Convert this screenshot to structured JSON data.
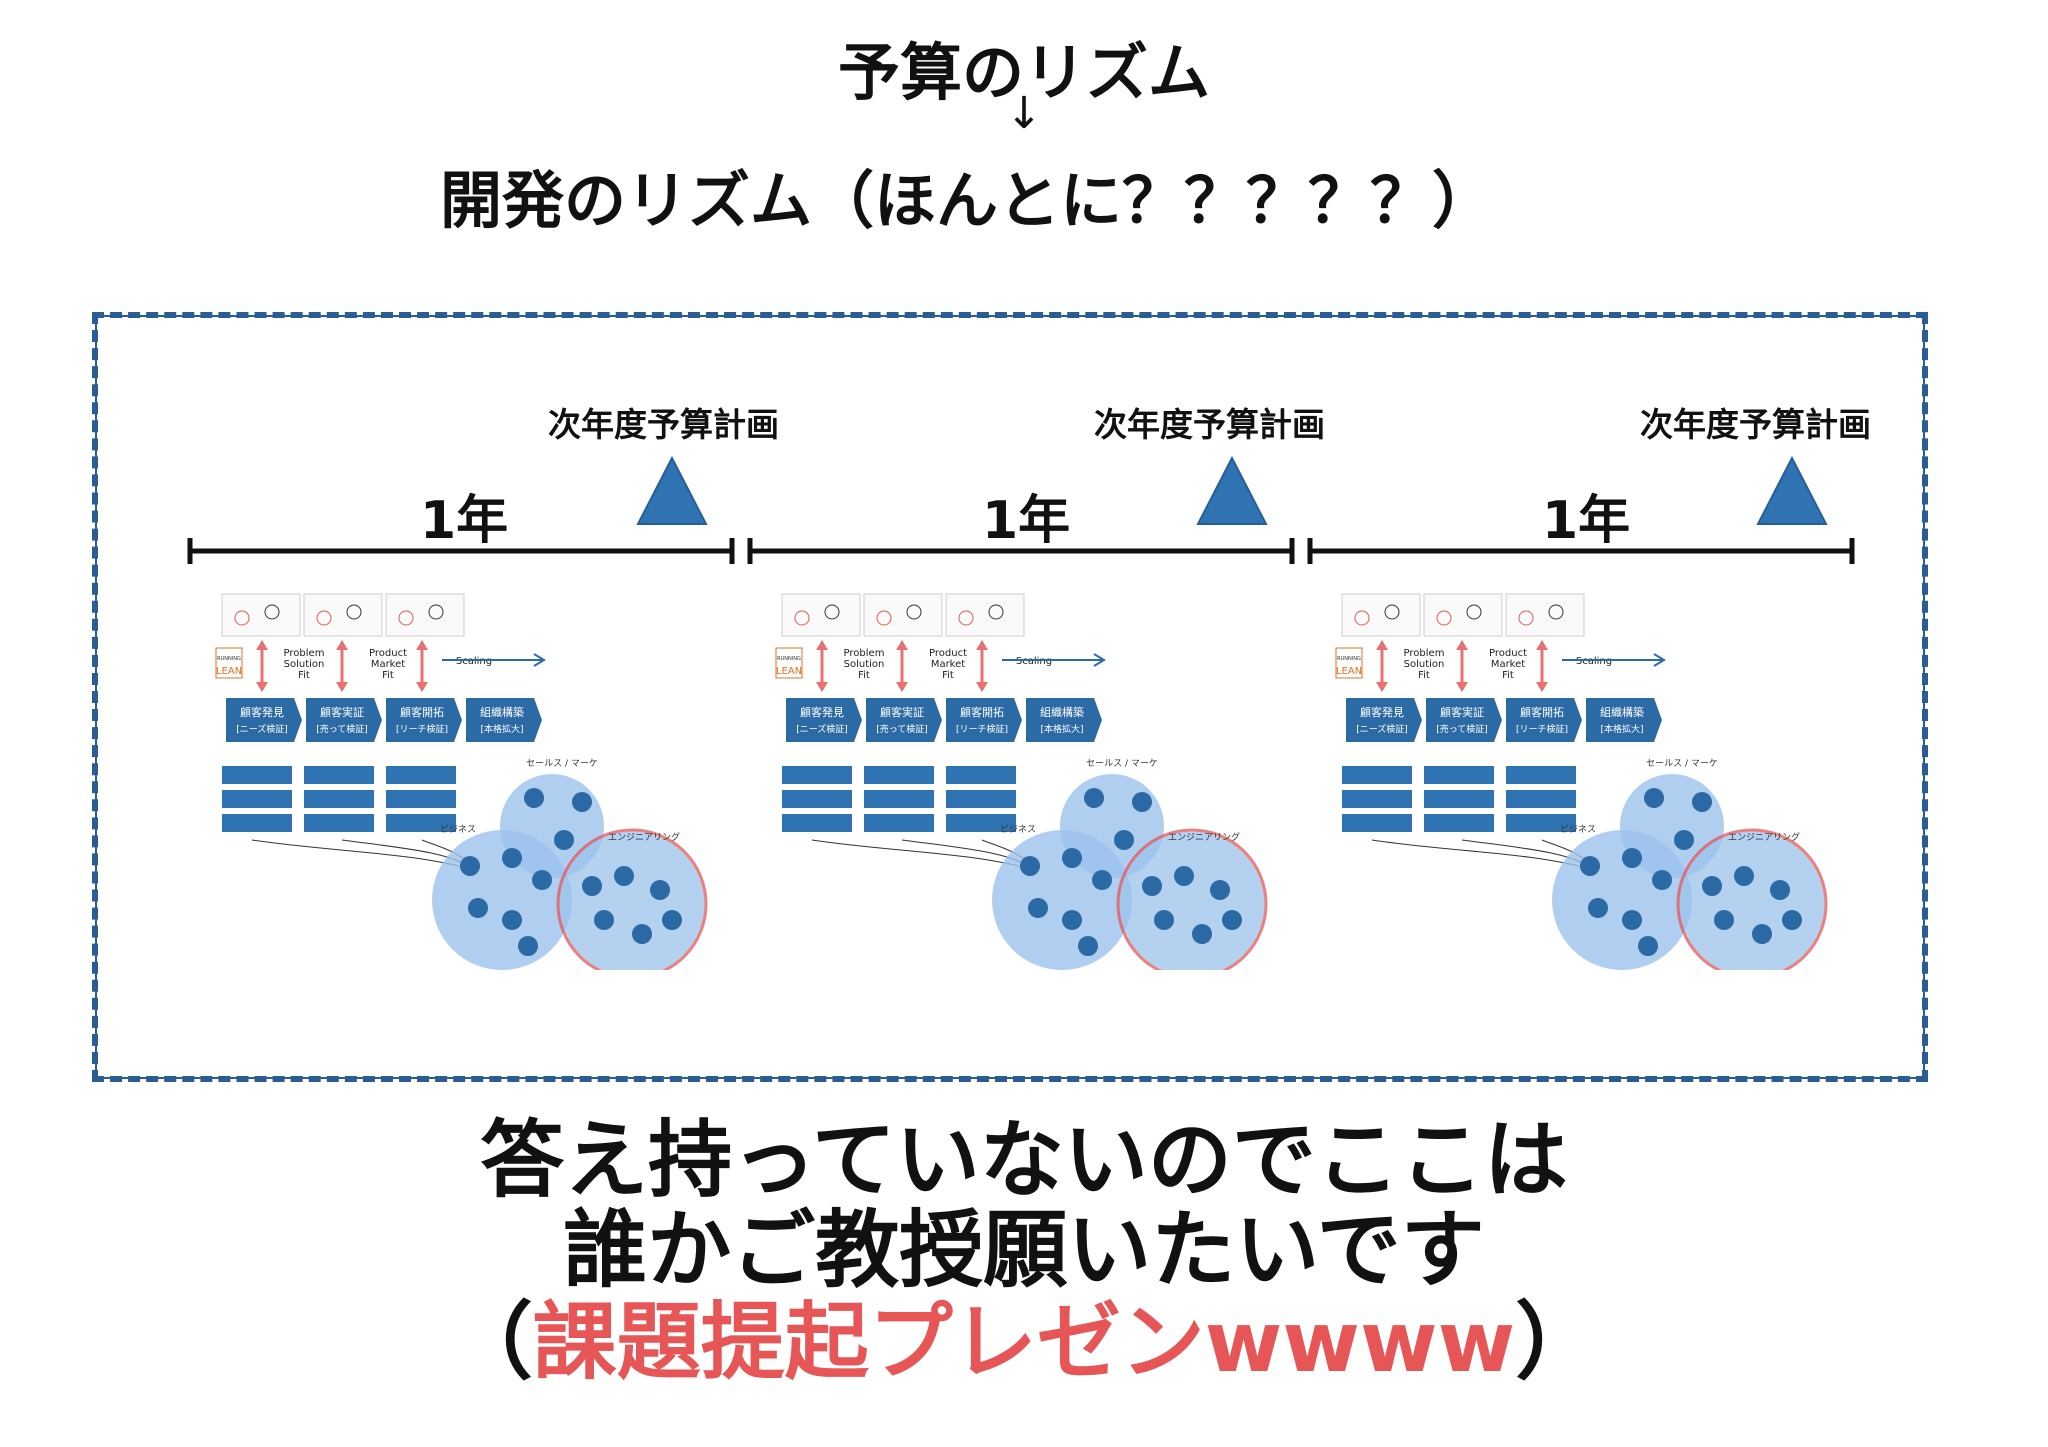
{
  "header": {
    "line1": "予算のリズム",
    "arrow": "↓",
    "line2": "開発のリズム（ほんとに？？？？？）"
  },
  "timeline": {
    "budget_label": "次年度予算計画",
    "year_label": "1年",
    "periods": 3
  },
  "thumbnail": {
    "phases": [
      "Problem Solution Fit",
      "Product Market Fit",
      "Scaling"
    ],
    "boxes": [
      "顧客発見 [ニーズ検証]",
      "顧客実証 [売って検証]",
      "顧客開拓 [リーチ検証]",
      "組織構築 [本格拡大]"
    ],
    "logo": "RUNNING LEAN",
    "circle_labels": [
      "セールス / マーケ",
      "ビジネス",
      "エンジニアリング"
    ]
  },
  "footer": {
    "line1": "答え持っていないのでここは",
    "line2": "誰かご教授願いたいです",
    "line3_open": "（",
    "line3_red": "課題提起プレゼンwwww",
    "line3_close": "）"
  },
  "colors": {
    "frame": "#2a5d94",
    "triangle": "#2f73b3",
    "box": "#2b6aa5",
    "accent_red": "#e65656"
  }
}
